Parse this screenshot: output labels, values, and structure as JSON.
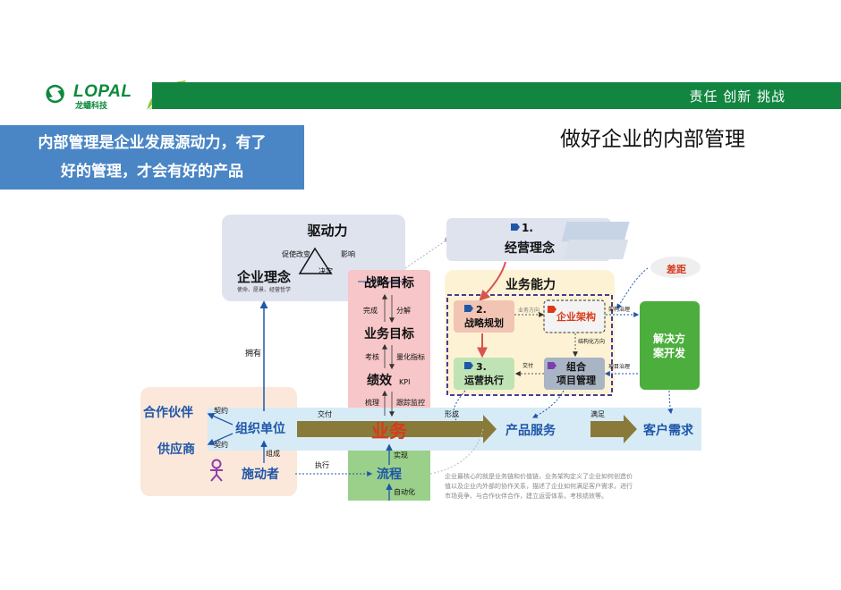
{
  "header": {
    "logo_text": "LOPAL",
    "logo_sub": "龙蟠科技",
    "slogan": "责任  创新  挑战"
  },
  "callout": {
    "line1": "内部管理是企业发展源动力，有了",
    "line2": "好的管理，才会有好的产品"
  },
  "title": "做好企业的内部管理",
  "diagram": {
    "drive_box": {
      "title": "驱动力",
      "promote": "促使改变",
      "influence": "影响",
      "decide": "决定",
      "concept": "企业理念",
      "concept_sub": "使命、愿景、经营哲学"
    },
    "own": "拥有",
    "strategy_col": {
      "strategic_goal": "战略目标",
      "complete": "完成",
      "decompose": "分解",
      "business_goal": "业务目标",
      "assess": "考核",
      "quantify": "量化指标",
      "performance": "绩效",
      "kpi": "KPI",
      "sort": "梳理",
      "track": "跟踪监控",
      "business": "业务",
      "realize": "实现",
      "process": "流程",
      "automate": "自动化"
    },
    "left": {
      "partner": "合作伙伴",
      "supplier": "供应商",
      "contract1": "契约",
      "contract2": "契约",
      "org": "组织单位",
      "deliver": "交付",
      "compose": "组成",
      "actor": "施动者",
      "execute": "执行"
    },
    "right": {
      "step1_num": "1.",
      "step1": "经营理念",
      "capability": "业务能力",
      "step2_num": "2.",
      "step2": "战略规划",
      "business_direction": "业务方向",
      "enterprise_arch": "企业架构",
      "structure_direction": "结构化方向",
      "step3_num": "3.",
      "step3": "运营执行",
      "deliver2": "交付",
      "portfolio1": "组合",
      "portfolio2": "项目管理",
      "arch_gov": "架构治理",
      "proj_gov": "项目治理",
      "solution1": "解决方",
      "solution2": "案开发",
      "gap": "差距",
      "form": "形成",
      "product_service": "产品服务",
      "satisfy": "满足",
      "customer_need": "客户需求"
    },
    "note": {
      "line1": "企业最核心的就是业务链和价值链，业务架构定义了企业如何创造价",
      "line2": "值以及企业内外部的协作关系，描述了企业如何满足客户需求，进行",
      "line3": "市场竞争、与合作伙伴合作，建立运营体系，考核绩效等。"
    }
  },
  "colors": {
    "brand_green": "#128540",
    "callout_blue": "#4a86c5",
    "accent_blue": "#1f56a8",
    "business_red": "#d93a1a",
    "solution_green": "#4cae3d"
  }
}
